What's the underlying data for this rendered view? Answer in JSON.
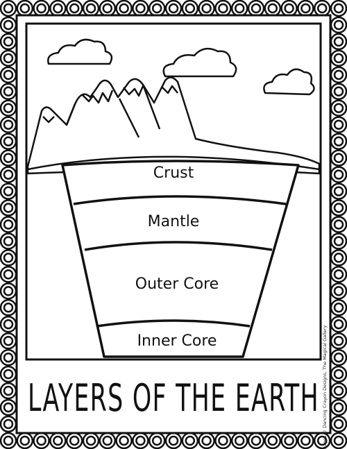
{
  "title": "LAYERS OF THE EARTH",
  "layers": [
    {
      "name": "Crust"
    },
    {
      "name": "Mantle"
    },
    {
      "name": "Outer Core"
    },
    {
      "name": "Inner Core"
    }
  ],
  "credit": "Images © Dancing Crayon Designs, The Magical Gallery",
  "colors": {
    "ink": "#111111",
    "paper": "#ffffff"
  },
  "decor": {
    "scalloped_border": true,
    "clouds": 3,
    "mountains": true
  }
}
